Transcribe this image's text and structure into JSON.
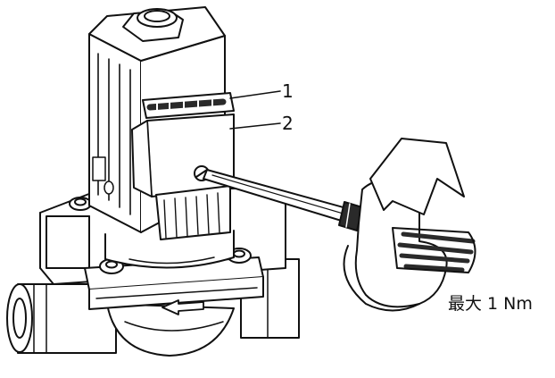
{
  "callouts": [
    {
      "label": "1"
    },
    {
      "label": "2"
    }
  ],
  "torque_label": "最大 1 Nm",
  "colors": {
    "stroke": "#111111",
    "fill": "#ffffff",
    "shade": "#9a9a9a",
    "dark": "#2a2a2a"
  },
  "icons": [
    "rotation-arrow-icon",
    "screwdriver-icon",
    "screw-icon"
  ]
}
